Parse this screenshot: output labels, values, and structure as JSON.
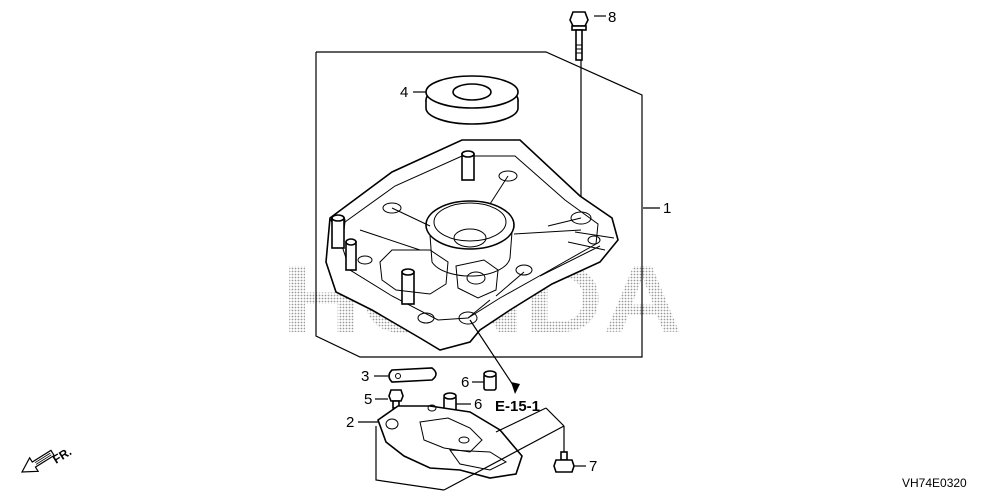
{
  "watermark": {
    "text": "HONDA"
  },
  "diagram_code": "VH74E0320",
  "front_indicator": "FR.",
  "reference": "E-15-1",
  "callouts": [
    {
      "id": "1",
      "part": "case-cover"
    },
    {
      "id": "2",
      "part": "plate"
    },
    {
      "id": "3",
      "part": "clip"
    },
    {
      "id": "4",
      "part": "oil-seal"
    },
    {
      "id": "5",
      "part": "bolt"
    },
    {
      "id": "6",
      "part": "dowel-pin"
    },
    {
      "id": "6",
      "part": "dowel-pin"
    },
    {
      "id": "7",
      "part": "flange-bolt"
    },
    {
      "id": "8",
      "part": "flange-bolt"
    }
  ],
  "colors": {
    "watermark": "#c8c8c8",
    "line": "#000000"
  }
}
